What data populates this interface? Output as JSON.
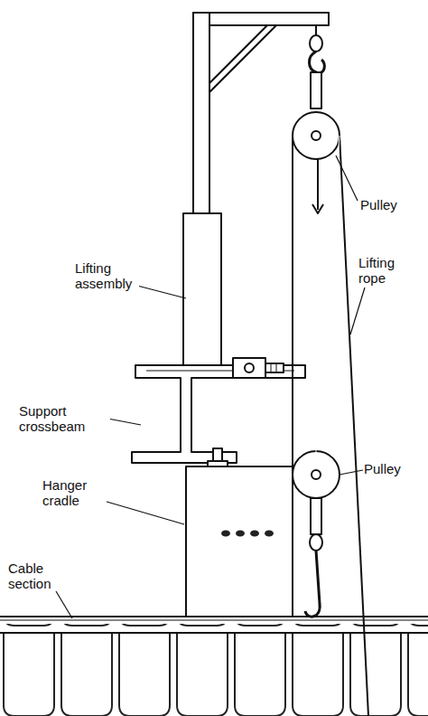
{
  "diagram": {
    "labels": [
      "Pulley",
      "Lifting assembly",
      "Lifting rope",
      "Support crossbeam",
      "Hanger cradle",
      "Pulley",
      "Cable section"
    ]
  }
}
